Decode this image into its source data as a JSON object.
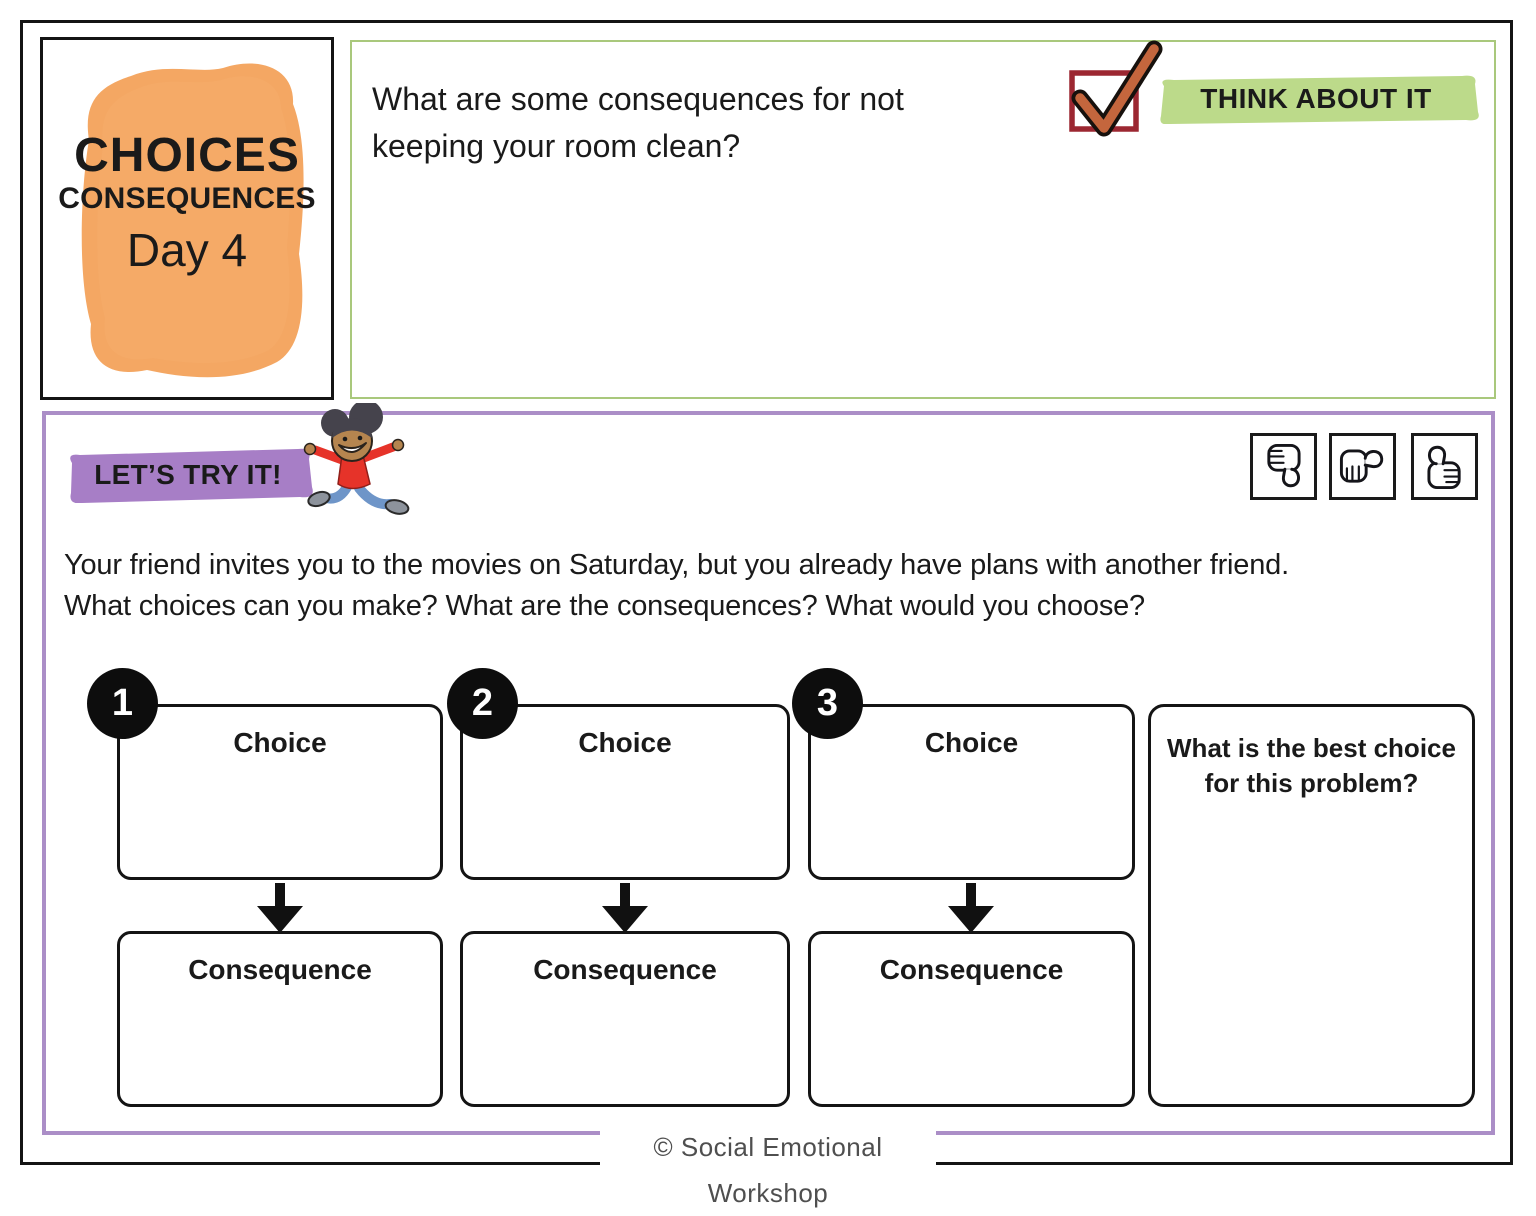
{
  "page": {
    "footer": "© Social Emotional Workshop"
  },
  "title_card": {
    "line1": "CHOICES",
    "line2": "CONSEQUENCES",
    "line3": "Day 4"
  },
  "think_about_it": {
    "badge": "THINK ABOUT IT",
    "question": "What are some consequences for not keeping your room clean?",
    "icon": "checkmark-in-box"
  },
  "lets_try_it": {
    "badge": "LET’S TRY IT!",
    "scenario_line1": "Your friend invites you to the movies on Saturday, but you already have plans with another friend.",
    "scenario_line2": "What choices can you make? What are the consequences? What would you choose?",
    "columns": [
      {
        "number": "1",
        "choice_label": "Choice",
        "consequence_label": "Consequence"
      },
      {
        "number": "2",
        "choice_label": "Choice",
        "consequence_label": "Consequence"
      },
      {
        "number": "3",
        "choice_label": "Choice",
        "consequence_label": "Consequence"
      }
    ],
    "best_choice_prompt": "What is the best choice for this problem?",
    "rating_icons": [
      "thumbs-down",
      "thumbs-sideways",
      "thumbs-up"
    ],
    "illustration": "running-girl"
  },
  "colors": {
    "orange_blob": "#f4a763",
    "green_highlight": "#bcda8a",
    "green_border": "#a9c87c",
    "purple_highlight": "#a77ec6",
    "purple_border": "#ab8ec7",
    "checkbox_red": "#9c2731",
    "check_orange": "#c4663d",
    "ink_black": "#141414",
    "footer_gray": "#4f4f4f"
  }
}
